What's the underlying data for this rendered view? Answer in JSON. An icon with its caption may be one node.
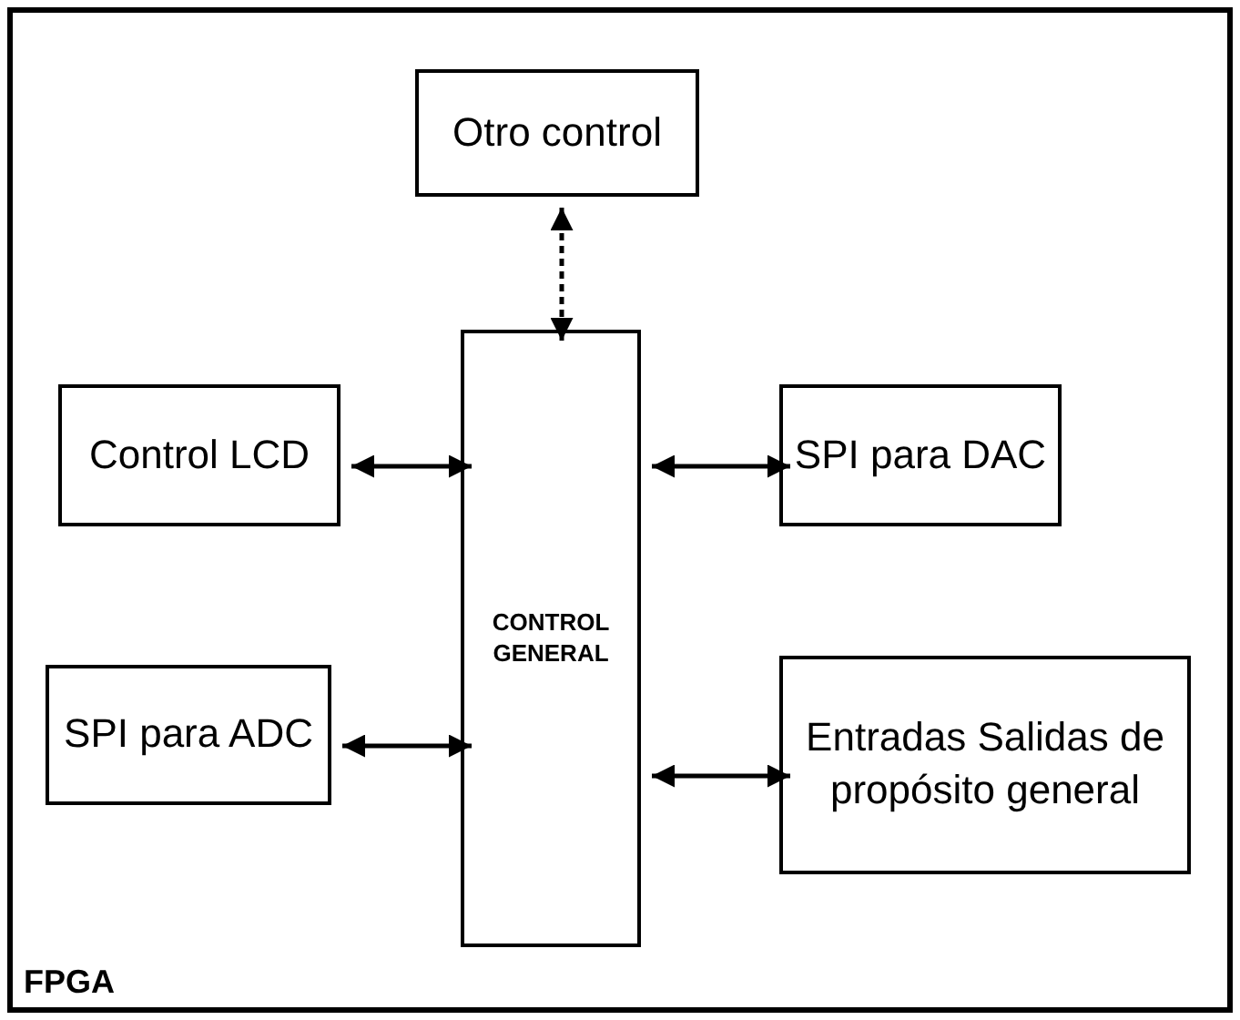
{
  "diagram": {
    "nodes": [
      {
        "text": [
          "FPGA"
        ]
      },
      {
        "text": [
          "Otro control"
        ],
        "in": 0
      },
      {
        "text": [
          "CONTROL GENERAL"
        ],
        "in": 0
      },
      {
        "text": [
          "Control LCD"
        ],
        "in": 0
      },
      {
        "text": [
          "SPI para DAC"
        ],
        "in": 0
      },
      {
        "text": [
          "SPI para ADC"
        ],
        "in": 0
      },
      {
        "text": [
          "Entradas Salidas de propósito general"
        ],
        "in": 0
      }
    ],
    "edges": [
      {
        "from": 1,
        "to": 2,
        "arrow": "both",
        "style": "dashed"
      },
      {
        "from": 3,
        "to": 2,
        "arrow": "both"
      },
      {
        "from": 2,
        "to": 4,
        "arrow": "both"
      },
      {
        "from": 5,
        "to": 2,
        "arrow": "both"
      },
      {
        "from": 2,
        "to": 6,
        "arrow": "both"
      }
    ]
  }
}
